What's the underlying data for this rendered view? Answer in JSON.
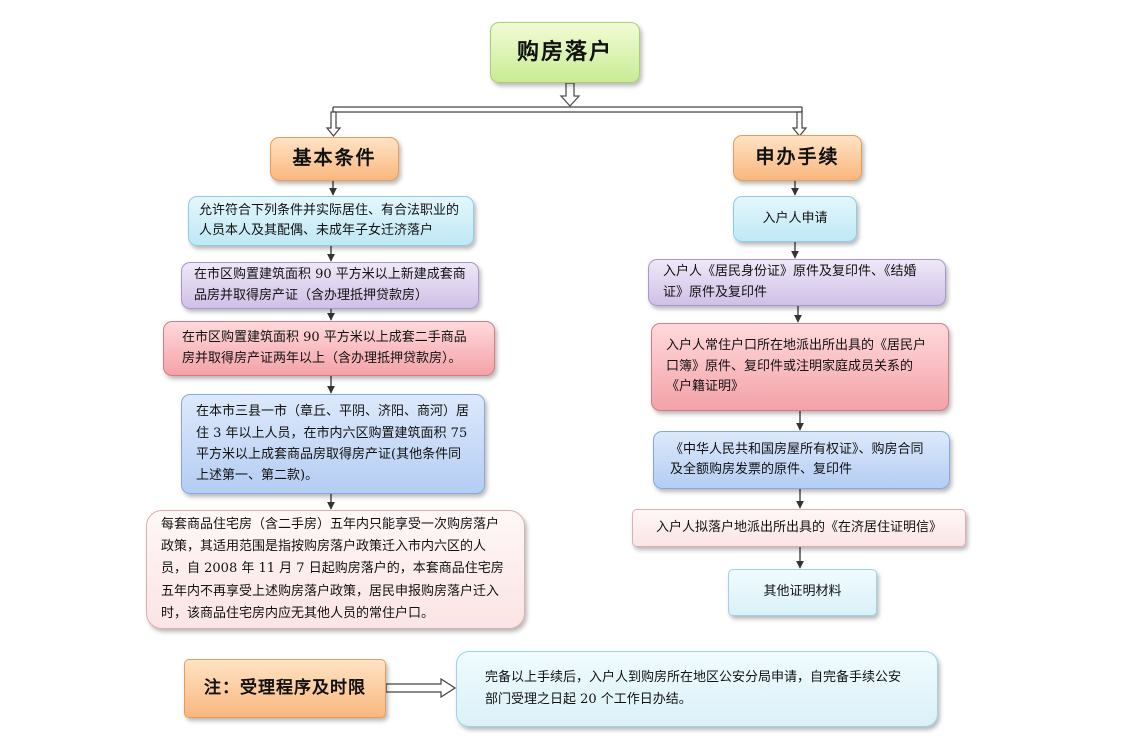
{
  "title": "购房落户",
  "left_column": {
    "header": "基本条件",
    "items": [
      "允许符合下列条件并实际居住、有合法职业的人员本人及其配偶、未成年子女迁济落户",
      "在市区购置建筑面积 90 平方米以上新建成套商品房并取得房产证（含办理抵押贷款房）",
      "在市区购置建筑面积 90 平方米以上成套二手商品房并取得房产证两年以上（含办理抵押贷款房）。",
      "在本市三县一市（章丘、平阴、济阳、商河）居住 3 年以上人员，在市内六区购置建筑面积 75 平方米以上成套商品房取得房产证(其他条件同上述第一、第二款)。",
      "每套商品住宅房（含二手房）五年内只能享受一次购房落户政策，其适用范围是指按购房落户政策迁入市内六区的人员，自 2008 年 11 月 7 日起购房落户的，本套商品住宅房五年内不再享受上述购房落户政策，居民申报购房落户迁入时，该商品住宅房内应无其他人员的常住户口。"
    ]
  },
  "right_column": {
    "header": "申办手续",
    "items": [
      "入户人申请",
      "入户人《居民身份证》原件及复印件、《结婚证》原件及复印件",
      "入户人常住户口所在地派出所出具的《居民户口簿》原件、复印件或注明家庭成员关系的《户籍证明》",
      "《中华人民共和国房屋所有权证》、购房合同及全额购房发票的原件、复印件",
      "入户人拟落户地派出所出具的《在济居住证明信》",
      "其他证明材料"
    ]
  },
  "note": {
    "label": "注：受理程序及时限",
    "text": "完备以上手续后，入户人到购房所在地区公安分局申请，自完备手续公安部门受理之日起 20 个工作日办结。"
  },
  "colors": {
    "title_fill": "#c9ec94",
    "header_fill": "#f9b77e",
    "cyan_fill": "#bfe8f5",
    "purple_fill": "#cfc0e6",
    "red_fill": "#f3a2a8",
    "blue_fill": "#b4cdf3",
    "pink_fill": "#fbe4e4",
    "connector": "#333333"
  }
}
